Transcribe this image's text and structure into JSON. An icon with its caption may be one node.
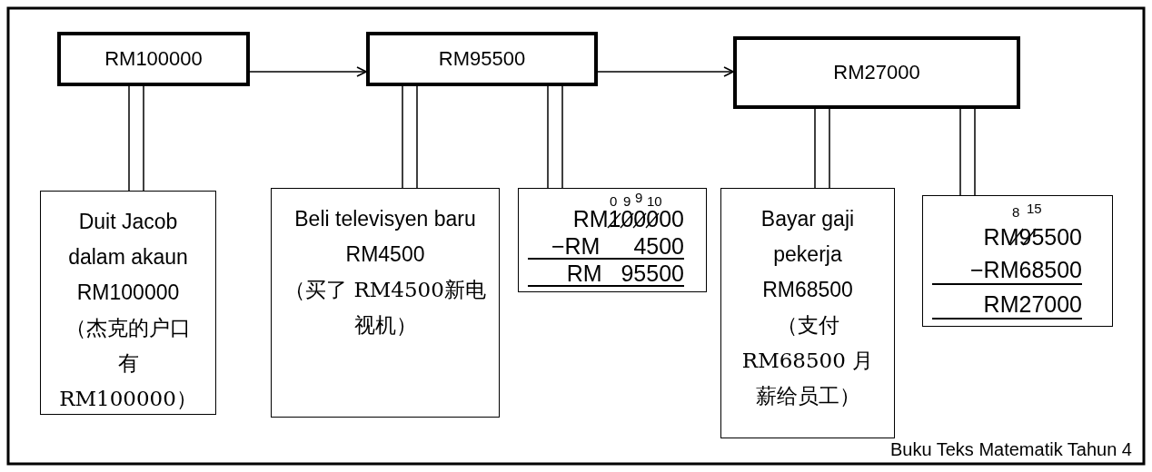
{
  "diagram": {
    "nodes": [
      {
        "text": [
          "RM100000"
        ]
      },
      {
        "text": [
          "RM95500"
        ]
      },
      {
        "text": [
          "RM27000"
        ]
      },
      {
        "text": [
          "Duit Jacob dalam akaun RM100000",
          "（杰克的户口有RM100000）"
        ]
      },
      {
        "text": [
          "Beli televisyen baru RM4500",
          "（买了 RM4500新电视机）"
        ]
      },
      {
        "text": [
          "0",
          "9",
          "9",
          "10",
          "RM100000",
          "−RM 4500",
          "RM 95500"
        ]
      },
      {
        "text": [
          "Bayar gaji pekerja RM68500",
          "（支付 RM68500 月薪给员工）"
        ]
      },
      {
        "text": [
          "8",
          "15",
          "RM95500",
          "−RM68500",
          "RM27000"
        ]
      }
    ],
    "edges": [
      {
        "from": 0,
        "to": 1,
        "arrow": "to"
      },
      {
        "from": 1,
        "to": 2,
        "arrow": "to"
      },
      {
        "from": 0,
        "to": 3,
        "arrow": "none"
      },
      {
        "from": 1,
        "to": 4,
        "arrow": "none"
      },
      {
        "from": 1,
        "to": 5,
        "arrow": "none"
      },
      {
        "from": 2,
        "to": 6,
        "arrow": "none"
      },
      {
        "from": 2,
        "to": 7,
        "arrow": "none"
      }
    ],
    "labels": [
      "Buku Teks Matematik Tahun 4"
    ]
  }
}
